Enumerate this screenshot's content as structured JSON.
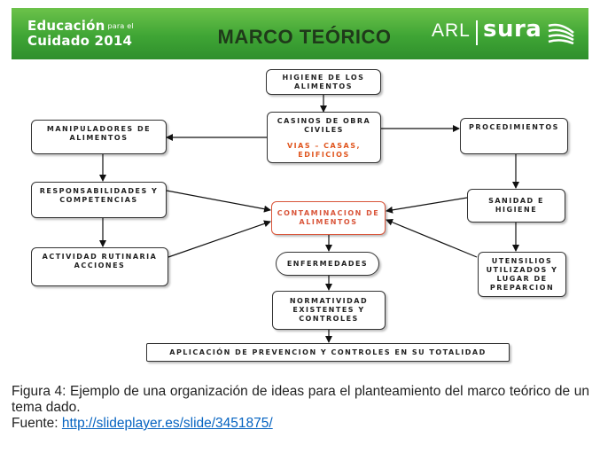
{
  "banner": {
    "edu_line1": "Educación",
    "edu_small": "para el",
    "edu_line2": "Cuidado 2014",
    "title": "MARCO TEÓRICO",
    "arl": "ARL",
    "sura": "sura"
  },
  "nodes": {
    "higiene": [
      "HIGIENE DE LOS",
      "ALIMENTOS"
    ],
    "casinos": [
      "CASINOS DE OBRA",
      "CIVILES"
    ],
    "casinos_sub": [
      "VIAS – CASAS,",
      "EDIFICIOS"
    ],
    "manipuladores": [
      "MANIPULADORES DE",
      "ALIMENTOS"
    ],
    "procedimientos": "PROCEDIMIENTOS",
    "responsabilidades": [
      "RESPONSABILIDADES Y",
      "COMPETENCIAS"
    ],
    "contaminacion": [
      "CONTAMINACION DE",
      "ALIMENTOS"
    ],
    "sanidad": [
      "SANIDAD E",
      "HIGIENE"
    ],
    "actividad": [
      "ACTIVIDAD RUTINARIA",
      "ACCIONES"
    ],
    "enfermedades": "ENFERMEDADES",
    "utensilios": [
      "UTENSILIOS",
      "UTILIZADOS Y",
      "LUGAR DE",
      "PREPARCION"
    ],
    "normatividad": [
      "NORMATIVIDAD",
      "EXISTENTES Y",
      "CONTROLES"
    ],
    "aplicacion": "APLICACIÓN DE PREVENCION Y CONTROLES EN SU TOTALIDAD"
  },
  "caption": {
    "text": "Figura 4: Ejemplo de una organización de ideas para el planteamiento del marco teórico de un tema dado.",
    "source_label": "Fuente: ",
    "source_link": "http://slideplayer.es/slide/3451875/"
  }
}
